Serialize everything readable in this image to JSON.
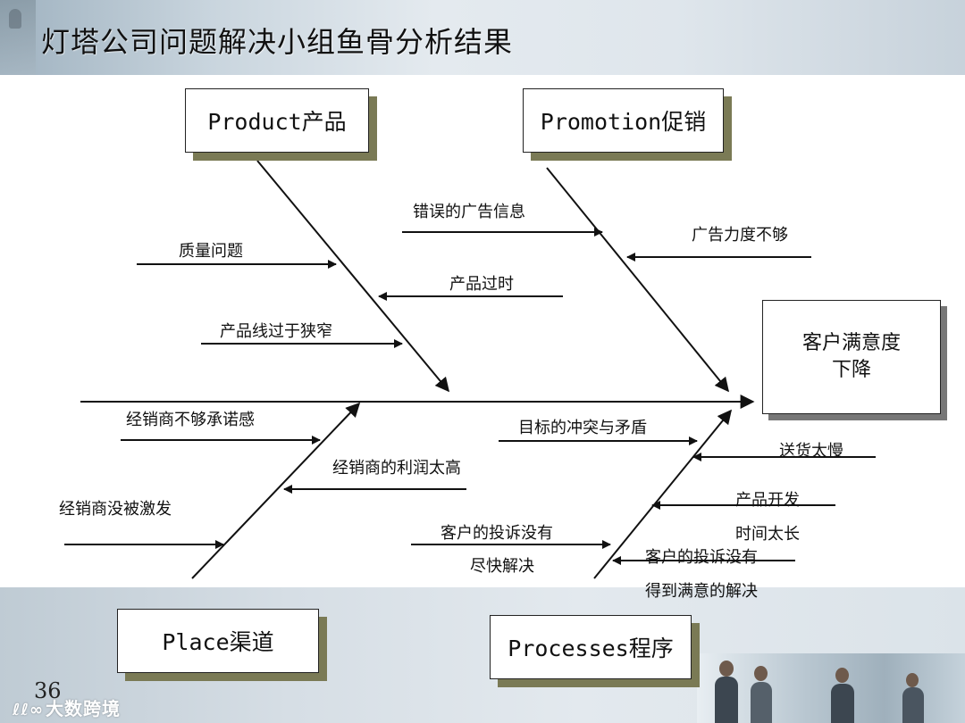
{
  "title": "灯塔公司问题解决小组鱼骨分析结果",
  "categories": {
    "product": "Product产品",
    "promotion": "Promotion促销",
    "place": "Place渠道",
    "processes": "Processes程序"
  },
  "effect": {
    "line1": "客户满意度",
    "line2": "下降"
  },
  "causes": {
    "product": [
      "质量问题",
      "产品过时",
      "产品线过于狭窄"
    ],
    "promotion": [
      "错误的广告信息",
      "广告力度不够"
    ],
    "place": [
      "经销商不够承诺感",
      "经销商的利润太高",
      "经销商没被激发"
    ],
    "processes": {
      "conflict": "目标的冲突与矛盾",
      "slow_delivery": "送货太慢",
      "dev_line1": "产品开发",
      "dev_line2": "时间太长",
      "complaint_a_line1": "客户的投诉没有",
      "complaint_a_line2": "尽快解决",
      "complaint_b_line1": "客户的投诉没有",
      "complaint_b_line2": "得到满意的解决"
    }
  },
  "page_number": "36",
  "watermark": "大数跨境",
  "colors": {
    "shadow": "#7a7a55",
    "line": "#111111"
  }
}
